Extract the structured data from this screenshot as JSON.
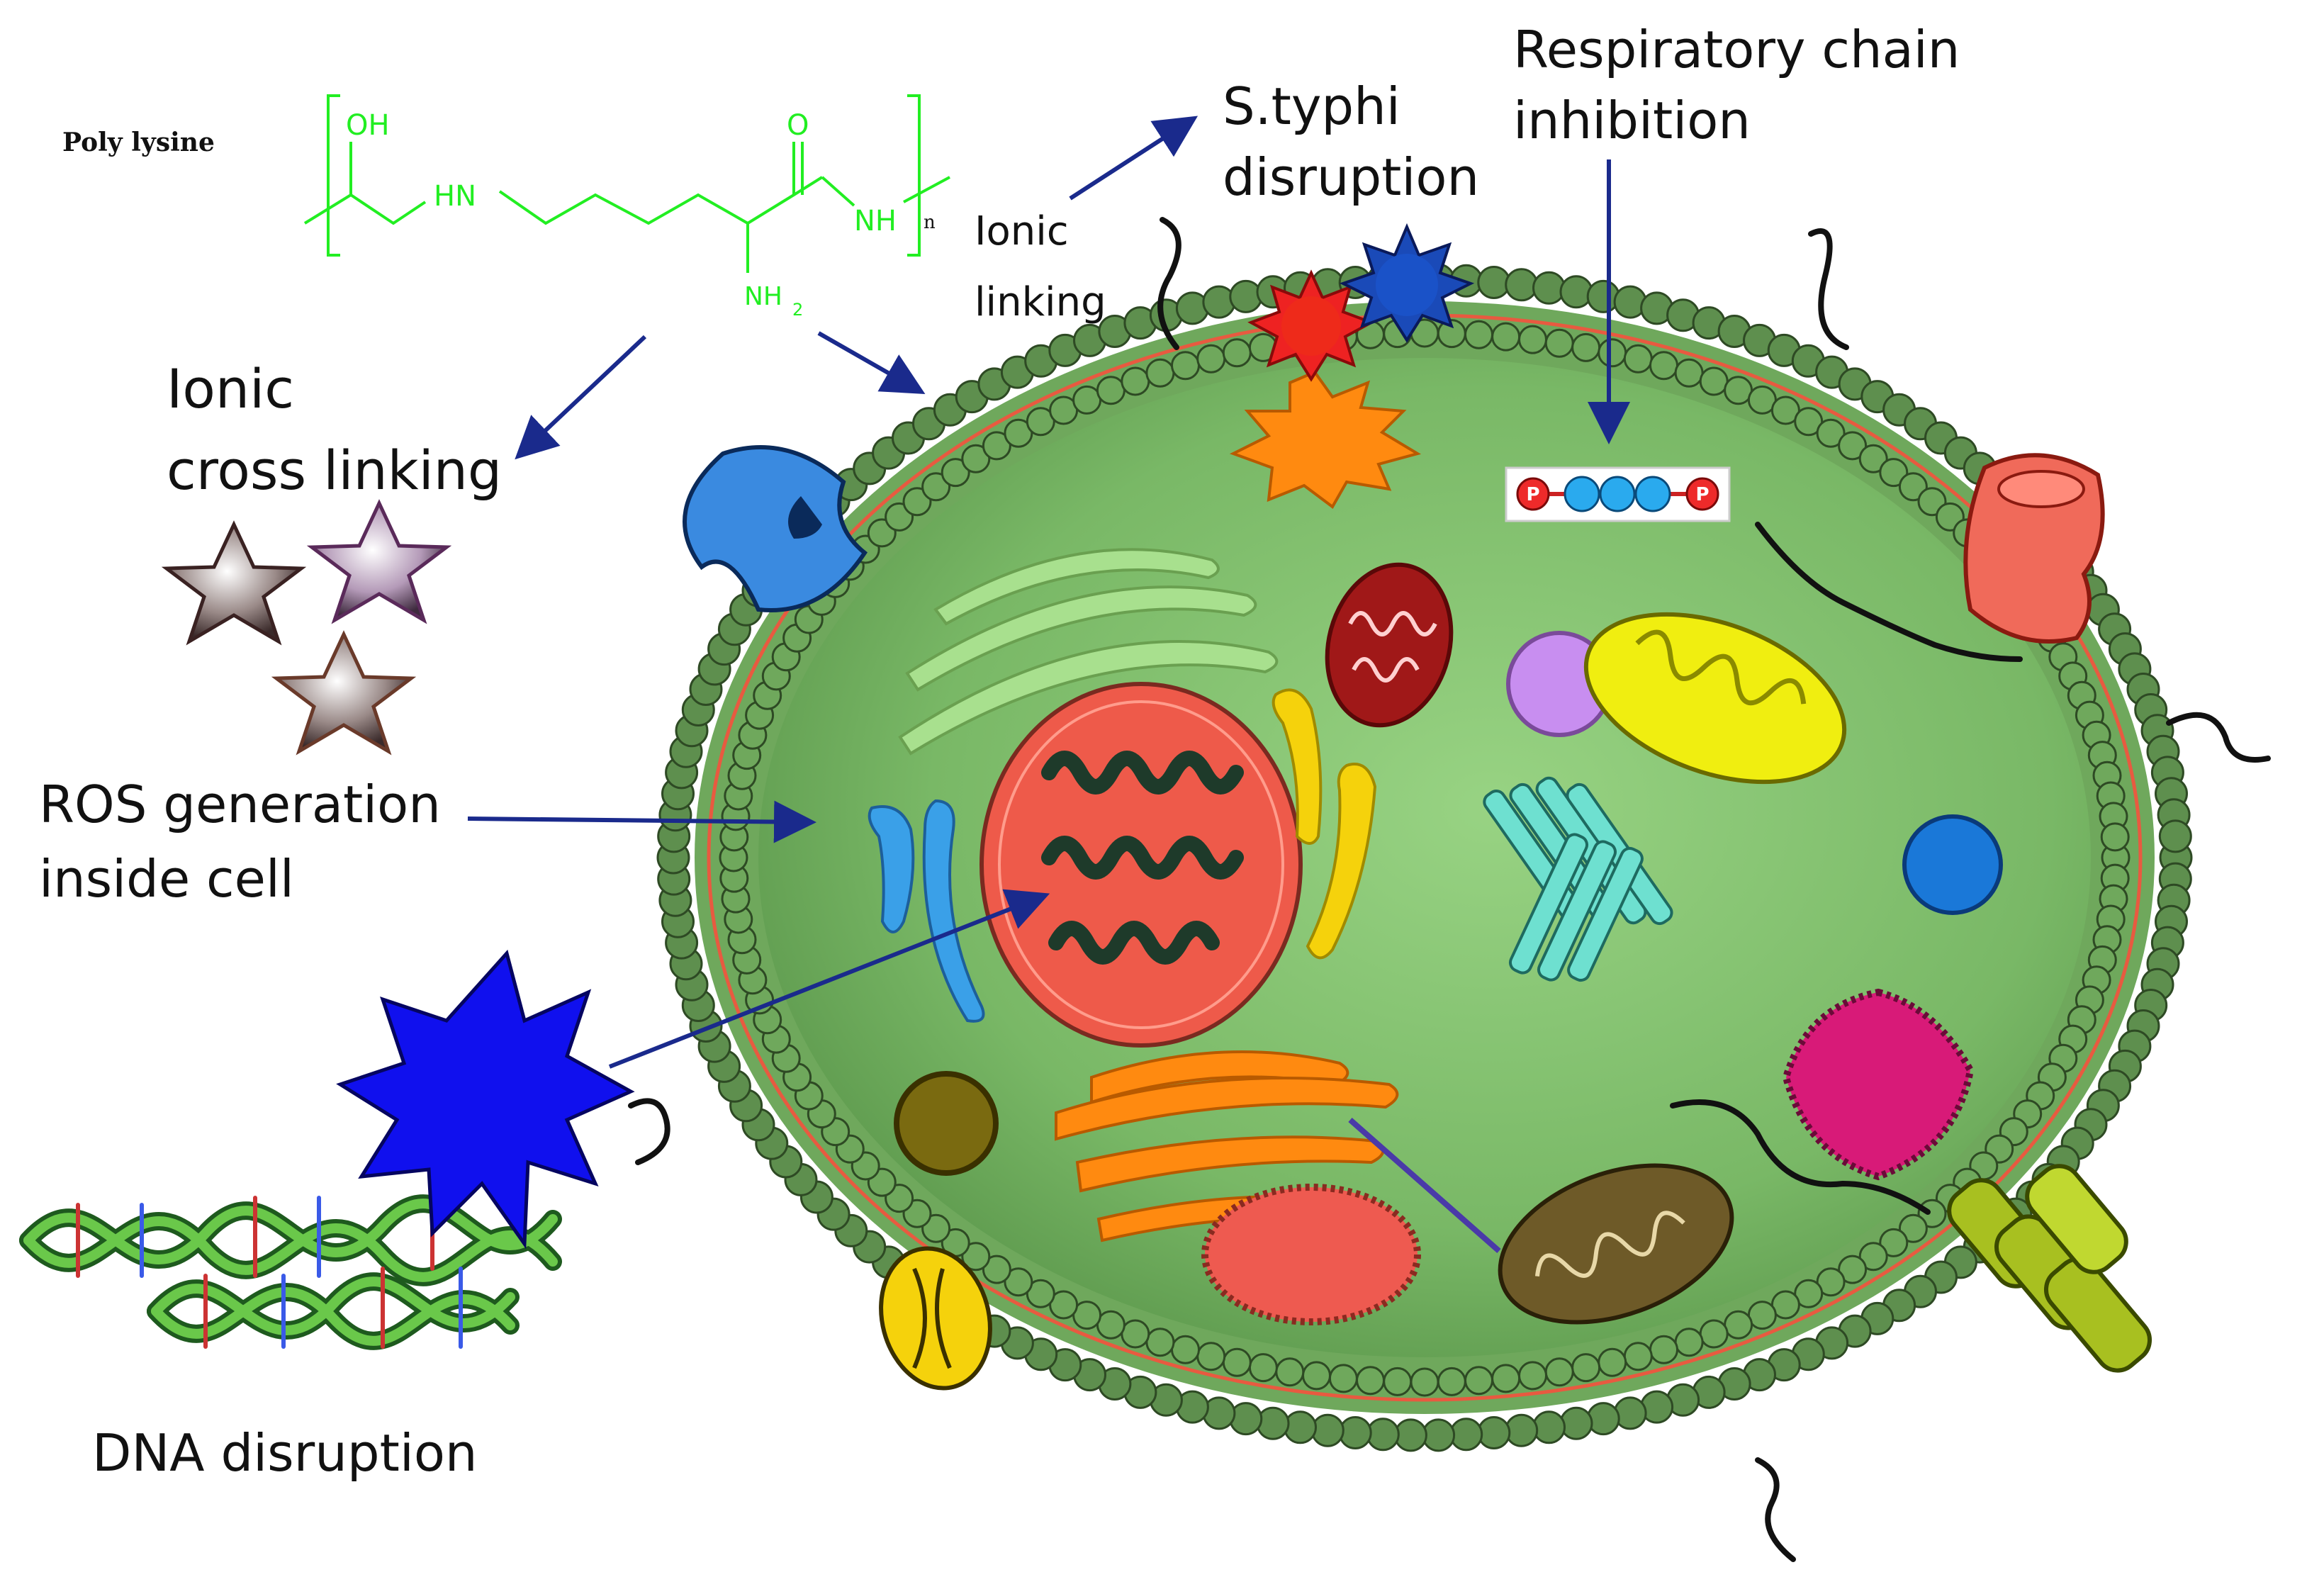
{
  "labels": {
    "polymer_name": "Poly lysine",
    "ionic_cross_linking_line1": "Ionic",
    "ionic_cross_linking_line2": "cross linking",
    "ionic_linking_line1": "Ionic",
    "ionic_linking_line2": "linking",
    "s_typhi_line1": "S.typhi",
    "s_typhi_line2": "disruption",
    "respiratory_line1": "Respiratory chain",
    "respiratory_line2": "inhibition",
    "ros_line1": "ROS generation",
    "ros_line2": "inside cell",
    "dna_disruption": "DNA disruption"
  },
  "chemical_structure": {
    "oh": "OH",
    "hn": "HN",
    "o": "O",
    "nh": "NH",
    "nh2": "NH",
    "nh2_subscript": "2",
    "repeat_index": "n"
  },
  "respiratory_chain_marker": {
    "left_label": "P",
    "right_label": "P"
  },
  "colors": {
    "chemical_structure": "#22ee22",
    "arrow": "#1a2a8c",
    "cell_body": "#7cc26a",
    "membrane_bead": "#5e8f4e",
    "nucleus": "#ee5a4a",
    "dna_star": "#1010ee"
  }
}
